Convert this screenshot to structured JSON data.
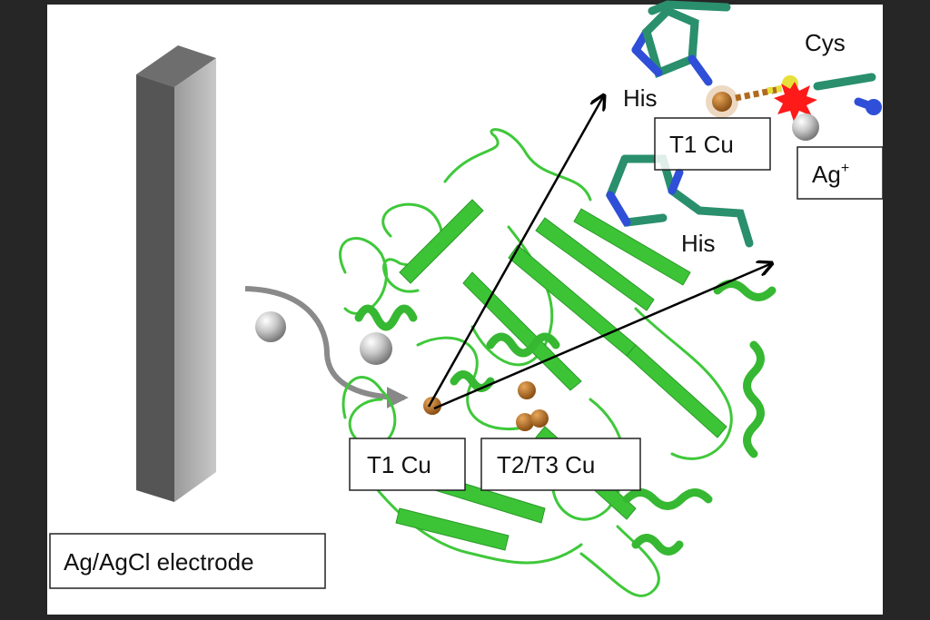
{
  "labels": {
    "electrode": "Ag/AgCl electrode",
    "t1_cu_main": "T1 Cu",
    "t2t3_cu": "T2/T3 Cu",
    "his_top": "His",
    "his_bottom": "His",
    "cys": "Cys",
    "t1_cu_inset": "T1 Cu",
    "ag_ion": "Ag",
    "ag_ion_charge": "+"
  },
  "colors": {
    "protein": "#3fc83a",
    "copper": "#c07a2a",
    "silver": "#b8b8b8",
    "residue_carbon": "#2a8f6c",
    "nitrogen": "#2f4fd8",
    "sulfur": "#e8e03a",
    "clash": "#ff1a1a"
  }
}
